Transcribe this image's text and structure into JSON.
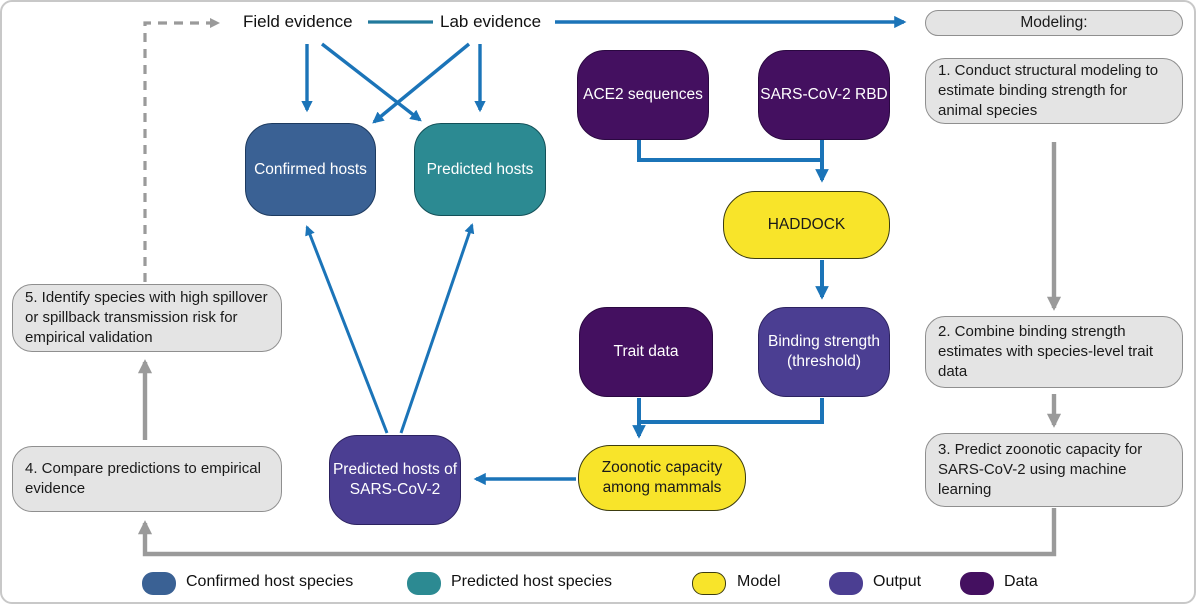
{
  "top_labels": {
    "field_evidence": "Field evidence",
    "lab_evidence": "Lab evidence"
  },
  "modeling_header": "Modeling:",
  "nodes": {
    "ace2": "ACE2 sequences",
    "rbd": "SARS-CoV-2 RBD",
    "confirmed_hosts": "Confirmed hosts",
    "predicted_hosts": "Predicted hosts",
    "haddock": "HADDOCK",
    "trait_data": "Trait data",
    "binding_strength": "Binding strength (threshold)",
    "zoonotic_capacity": "Zoonotic capacity among mammals",
    "predicted_sars_hosts": "Predicted hosts of SARS-CoV-2"
  },
  "steps": {
    "step1": "1. Conduct structural modeling to estimate binding strength for animal species",
    "step2": "2. Combine binding strength estimates with species-level trait data",
    "step3": "3. Predict zoonotic capacity for SARS-CoV-2 using machine learning",
    "step4": "4. Compare predictions to empirical evidence",
    "step5": "5. Identify species with high spillover or spillback transmission risk for empirical validation"
  },
  "legend": {
    "items": [
      {
        "label": "Confirmed host species",
        "color": "#3a6194"
      },
      {
        "label": "Predicted host species",
        "color": "#2c8a92"
      },
      {
        "label": "Model",
        "color": "#f8e42a"
      },
      {
        "label": "Output",
        "color": "#4b3e92"
      },
      {
        "label": "Data",
        "color": "#441060"
      }
    ]
  },
  "colors": {
    "arrow_blue": "#1b74b8",
    "arrow_gray": "#9a9a9a",
    "box_data": "#441060",
    "box_output": "#4b3e92",
    "box_model": "#f8e42a",
    "box_confirmed": "#3a6194",
    "box_predicted": "#2c8a92",
    "step_fill": "#e4e4e4"
  }
}
